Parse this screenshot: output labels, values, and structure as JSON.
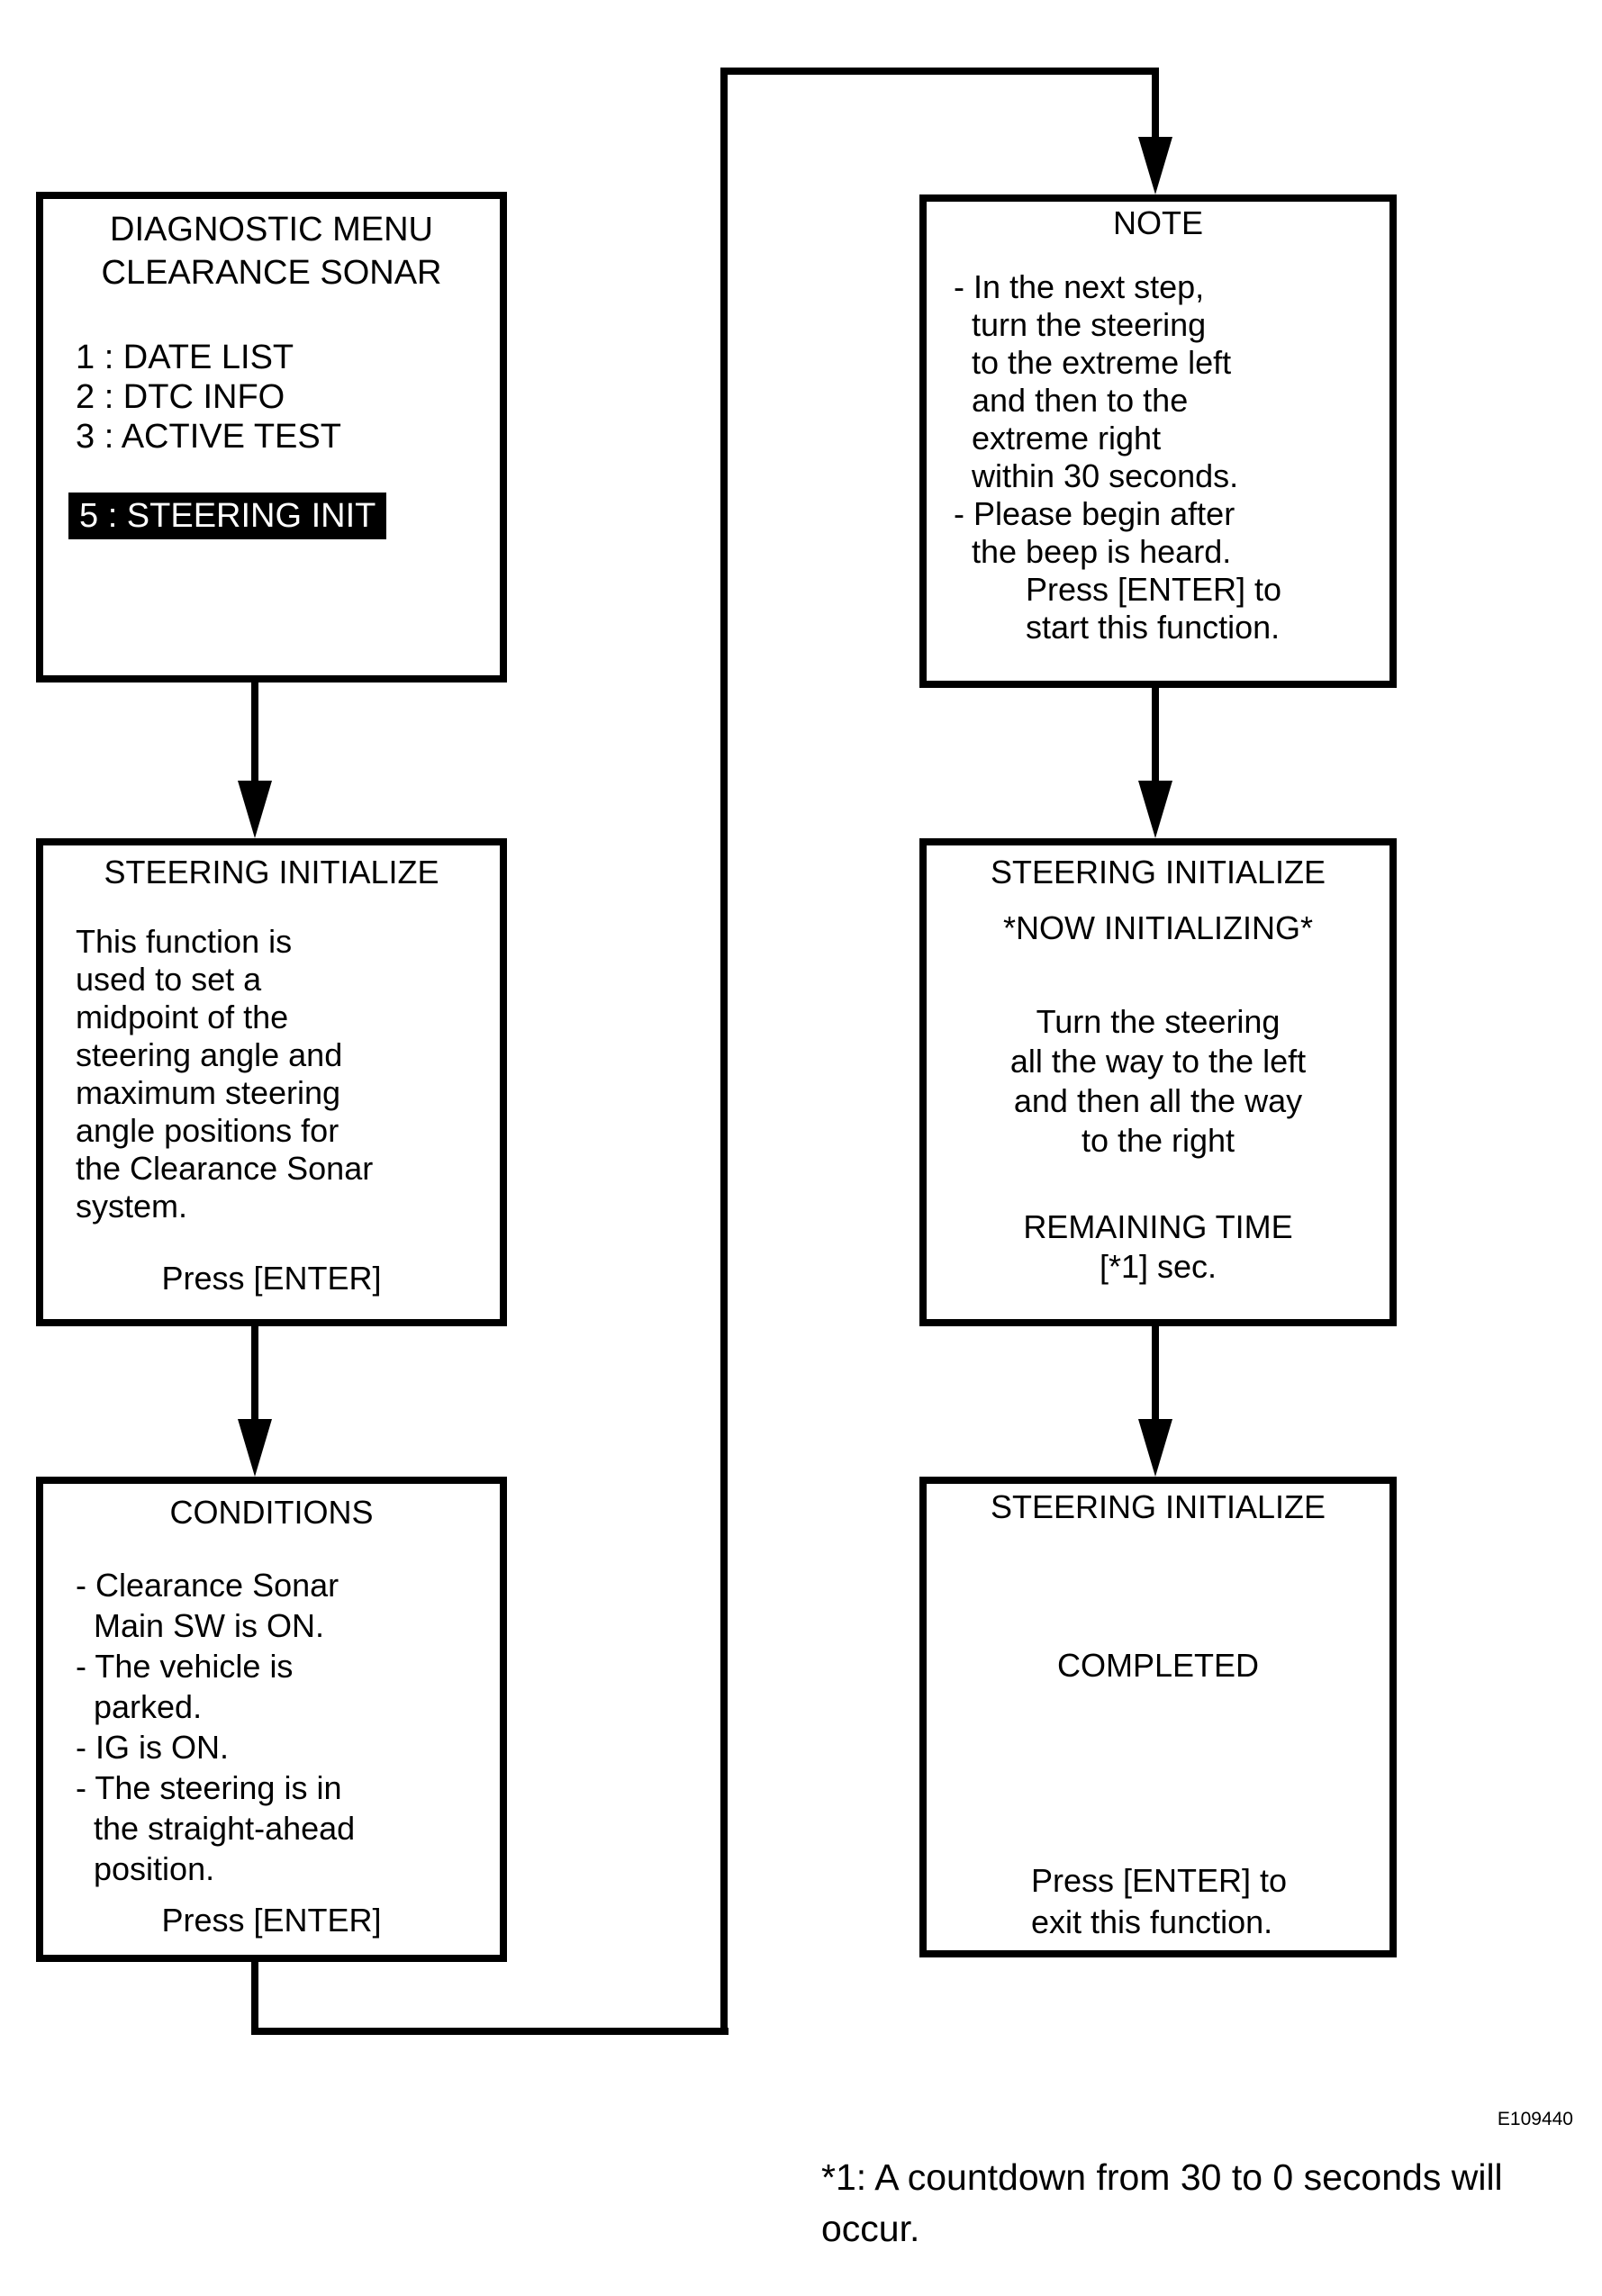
{
  "page": {
    "background": "#ffffff",
    "line_color": "#000000",
    "highlight_bg": "#000000",
    "highlight_fg": "#ffffff"
  },
  "figure_code": "E109440",
  "footnote": {
    "lines": [
      "*1: A countdown from 30 to 0 seconds will",
      "occur."
    ]
  },
  "boxes": {
    "diagnostic_menu": {
      "title_lines": [
        "DIAGNOSTIC MENU",
        "CLEARANCE SONAR"
      ],
      "items": [
        "1 : DATE LIST",
        "2 : DTC INFO",
        "3 : ACTIVE TEST"
      ],
      "selected_item": "5 : STEERING INIT"
    },
    "steering_initialize_info": {
      "title": "STEERING INITIALIZE",
      "body_lines": [
        "This function is",
        "used to set a",
        "midpoint of the",
        "steering angle and",
        "maximum steering",
        "angle positions for",
        "the Clearance Sonar",
        "system."
      ],
      "action": "Press [ENTER]"
    },
    "conditions": {
      "title": "CONDITIONS",
      "body_lines": [
        "- Clearance Sonar",
        "  Main SW is ON.",
        "- The vehicle is",
        "  parked.",
        "- IG is ON.",
        "- The steering is in",
        "  the straight-ahead",
        "  position."
      ],
      "action": "Press [ENTER]"
    },
    "note": {
      "title": "NOTE",
      "body_lines": [
        "- In the next step,",
        "  turn the steering",
        "  to the extreme left",
        "  and then to the",
        "  extreme right",
        "  within 30 seconds.",
        "- Please begin after",
        "  the beep is heard.",
        "        Press [ENTER] to",
        "        start this function."
      ]
    },
    "now_initializing": {
      "title": "STEERING INITIALIZE",
      "status": "*NOW INITIALIZING*",
      "body_lines": [
        "Turn the steering",
        "all the way to the left",
        "and then all the way",
        "to the right"
      ],
      "remaining_lines": [
        "REMAINING TIME",
        "[*1] sec."
      ]
    },
    "completed": {
      "title": "STEERING INITIALIZE",
      "status": "COMPLETED",
      "action_lines": [
        "Press [ENTER] to",
        "exit this function."
      ]
    }
  }
}
